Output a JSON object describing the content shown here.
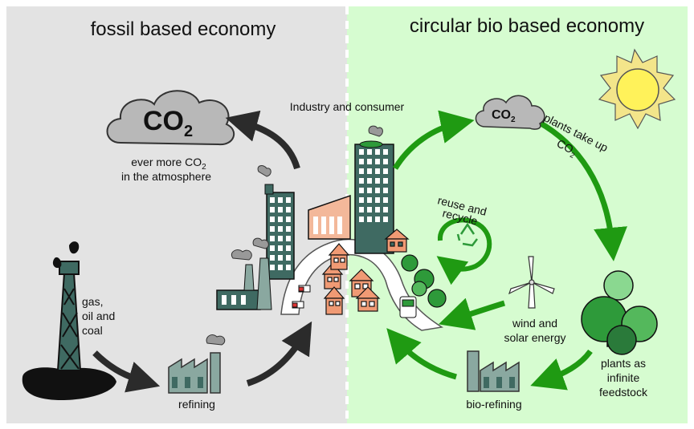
{
  "panels": {
    "left_title": "fossil based economy",
    "right_title": "circular bio based economy"
  },
  "left": {
    "co2_label": "CO",
    "co2_sub": "2",
    "atmosphere_line1": "ever more CO",
    "atmosphere_sub": "2",
    "atmosphere_line2": "in the atmosphere",
    "fuel_lines": [
      "gas,",
      "oil and",
      "coal"
    ],
    "refining": "refining"
  },
  "center": {
    "industry": "Industry and consumer"
  },
  "right": {
    "co2_label": "CO",
    "co2_sub": "2",
    "plants_take_up": "plants take up",
    "plants_co2": "CO",
    "plants_co2_sub": "2",
    "reuse_line1": "reuse and",
    "reuse_line2": "recycle",
    "wind_line1": "wind and",
    "wind_line2": "solar energy",
    "plants_lines": [
      "plants as",
      "infinite",
      "feedstock"
    ],
    "biorefining": "bio-refining"
  },
  "colors": {
    "left_bg": "#e3e3e3",
    "right_bg": "#d6fcd0",
    "green_arrow": "#1f9a12",
    "dark_arrow": "#2b2b2b",
    "cloud": "#b8b8b8",
    "building": "#3f6a62",
    "house": "#f09a74",
    "tree": "#2e9a3a"
  }
}
